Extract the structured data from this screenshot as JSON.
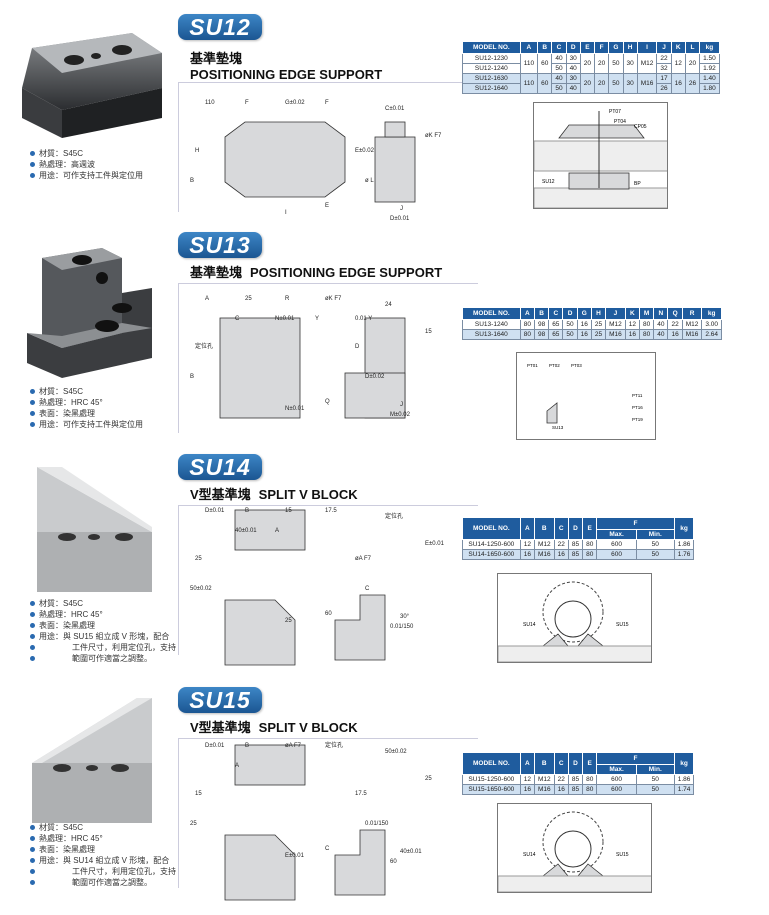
{
  "sections": [
    {
      "code": "SU12",
      "title_zh": "基準墊塊",
      "title_en": "POSITIONING EDGE SUPPORT",
      "bullets": [
        "材質：S45C",
        "熱處理：高週波",
        "用途：可作支持工件與定位用"
      ],
      "dims": [
        "110",
        "F",
        "G±0.02",
        "F",
        "H",
        "B",
        "E±0.02",
        "C±0.01",
        "øK F7",
        "ø L",
        "J",
        "D±0.01",
        "I",
        "E"
      ],
      "table": {
        "headers": [
          "MODEL NO.",
          "A",
          "B",
          "C",
          "D",
          "E",
          "F",
          "G",
          "H",
          "I",
          "J",
          "K",
          "L",
          "kg"
        ],
        "rows": [
          [
            "SU12-1230",
            "110",
            "60",
            "40",
            "30",
            "20",
            "20",
            "50",
            "30",
            "M12",
            "22",
            "12",
            "20",
            "1.50"
          ],
          [
            "SU12-1240",
            "110",
            "60",
            "50",
            "40",
            "20",
            "20",
            "50",
            "30",
            "M12",
            "32",
            "12",
            "20",
            "1.92"
          ],
          [
            "SU12-1630",
            "110",
            "60",
            "40",
            "30",
            "20",
            "20",
            "50",
            "30",
            "M16",
            "17",
            "16",
            "26",
            "1.40"
          ],
          [
            "SU12-1640",
            "110",
            "60",
            "50",
            "40",
            "20",
            "20",
            "50",
            "30",
            "M16",
            "26",
            "16",
            "26",
            "1.80"
          ]
        ]
      },
      "app_labels": [
        "PT07",
        "PT04",
        "CP05",
        "SU12",
        "BP"
      ]
    },
    {
      "code": "SU13",
      "title_zh": "基準墊塊",
      "title_en": "POSITIONING EDGE SUPPORT",
      "bullets": [
        "材質：S45C",
        "熱處理：HRC 45°",
        "表面：染黑處理",
        "用途：可作支持工件與定位用"
      ],
      "dims": [
        "A",
        "25",
        "R",
        "øK F7",
        "定位孔",
        "B",
        "D",
        "24",
        "15",
        "D±0.02",
        "J",
        "M±0.02",
        "N±0.01",
        "Q",
        "C",
        "N±0.01",
        "Y",
        "0.01 Y"
      ],
      "table": {
        "headers": [
          "MODEL NO.",
          "A",
          "B",
          "C",
          "D",
          "G",
          "H",
          "J",
          "K",
          "M",
          "N",
          "Q",
          "R",
          "kg"
        ],
        "rows": [
          [
            "SU13-1240",
            "80",
            "98",
            "65",
            "50",
            "16",
            "25",
            "M12",
            "12",
            "80",
            "40",
            "22",
            "M12",
            "3.00"
          ],
          [
            "SU13-1640",
            "80",
            "98",
            "65",
            "50",
            "16",
            "25",
            "M16",
            "16",
            "80",
            "40",
            "16",
            "M16",
            "2.64"
          ]
        ]
      },
      "app_labels": [
        "PT01",
        "PT02",
        "PT03",
        "PT11",
        "PT16",
        "PT19",
        "SU13"
      ]
    },
    {
      "code": "SU14",
      "title_zh": "V型基準塊",
      "title_en": "SPLIT V BLOCK",
      "bullets": [
        "材質：S45C",
        "熱處理：HRC 45°",
        "表面：染黑處理",
        "用途：與 SU15 組立成 V 形塊，配合",
        "工件尺寸，利用定位孔，支持",
        "範圍可作適當之調整。"
      ],
      "dims": [
        "D±0.01",
        "B",
        "15",
        "17.5",
        "25",
        "50±0.02",
        "øA F7",
        "定位孔",
        "E±0.01",
        "C",
        "30°",
        "0.01/150",
        "25",
        "60",
        "40±0.01",
        "A"
      ],
      "table": {
        "headers": [
          "MODEL NO.",
          "A",
          "B",
          "C",
          "D",
          "E",
          "F",
          "kg"
        ],
        "sub": [
          "Max.",
          "Min."
        ],
        "rows": [
          [
            "SU14-1250-600",
            "12",
            "M12",
            "22",
            "85",
            "80",
            "600",
            "50",
            "1.86"
          ],
          [
            "SU14-1650-600",
            "16",
            "M16",
            "16",
            "85",
            "80",
            "600",
            "50",
            "1.76"
          ]
        ]
      },
      "app_labels": [
        "SU14",
        "SU15"
      ]
    },
    {
      "code": "SU15",
      "title_zh": "V型基準塊",
      "title_en": "SPLIT V BLOCK",
      "bullets": [
        "材質：S45C",
        "熱處理：HRC 45°",
        "表面：染黑處理",
        "用途：與 SU14 組立成 V 形塊，配合",
        "工件尺寸，利用定位孔，支持",
        "範圍可作適當之調整。"
      ],
      "dims": [
        "D±0.01",
        "B",
        "øA F7",
        "定位孔",
        "15",
        "25",
        "17.5",
        "50±0.02",
        "25",
        "0.01/150",
        "40±0.01",
        "60",
        "E±0.01",
        "C",
        "A"
      ],
      "table": {
        "headers": [
          "MODEL NO.",
          "A",
          "B",
          "C",
          "D",
          "E",
          "F",
          "kg"
        ],
        "sub": [
          "Max.",
          "Min."
        ],
        "rows": [
          [
            "SU15-1250-600",
            "12",
            "M12",
            "22",
            "85",
            "80",
            "600",
            "50",
            "1.86"
          ],
          [
            "SU15-1650-600",
            "16",
            "M16",
            "16",
            "85",
            "80",
            "600",
            "50",
            "1.74"
          ]
        ]
      },
      "app_labels": [
        "SU14",
        "SU15"
      ]
    }
  ]
}
